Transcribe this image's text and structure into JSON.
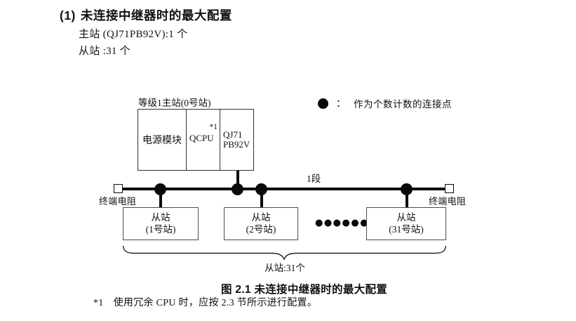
{
  "page": {
    "heading_marker": "(1)",
    "heading_text": "未连接中继器时的最大配置",
    "master_count_line": "主站 (QJ71PB92V):1 个",
    "slave_count_line": "从站 :31 个",
    "caption": "图 2.1 未连接中继器时的最大配置",
    "footnote_marker": "*1",
    "footnote_text": "使用冗余 CPU 时，应按 2.3 节所示进行配置。"
  },
  "diagram": {
    "master_label": "等级1主站(0号站)",
    "master_cells": {
      "power_module": "电源模块",
      "cpu": "QCPU",
      "cpu_note": "*1",
      "network_line1": "QJ71",
      "network_line2": "PB92V"
    },
    "legend": {
      "icon": "connection-point-dot",
      "colon": "：",
      "text": "作为个数计数的连接点"
    },
    "segment_label": "1段",
    "terminator_left_label": "终端电阻",
    "terminator_right_label": "终端电阻",
    "slaves": [
      {
        "line1": "从站",
        "line2": "(1号站)"
      },
      {
        "line1": "从站",
        "line2": "(2号站)"
      },
      {
        "line1": "从站",
        "line2": "(31号站)"
      }
    ],
    "ellipsis": "●●●●●●",
    "brace_label": "从站:31个",
    "colors": {
      "line": "#0a0a0a",
      "slave_border": "#4c4c4c",
      "master_border": "#333333"
    }
  }
}
